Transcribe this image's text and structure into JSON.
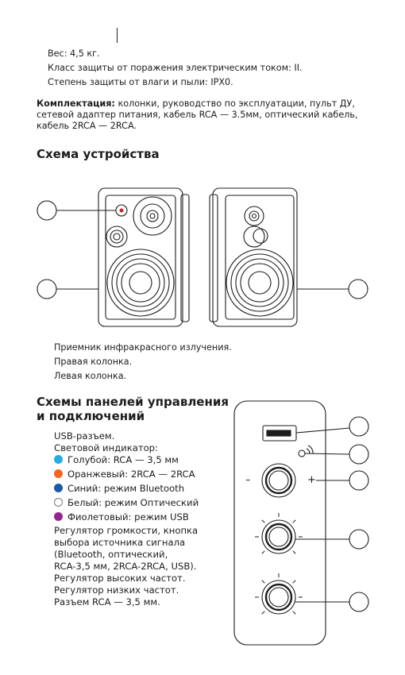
{
  "specs": {
    "weight": "Вес: 4,5 кг.",
    "electric_class": "Класс защиты от поражения электрическим током: II.",
    "ip_rating": "Степень защиты от влаги и пыли: IPX0."
  },
  "kit": {
    "label": "Комплектация:",
    "text": " колонки, руководство по эксплуатации, пульт ДУ, сетевой адаптер питания, кабель RCA — 3.5мм, оптический кабель, кабель 2RCA — 2RCA."
  },
  "device_scheme": {
    "title": "Схема устройства",
    "items": [
      "Приемник инфракрасного излучения.",
      "Правая колонка.",
      "Левая колонка."
    ]
  },
  "panel_scheme": {
    "title_line1": "Схемы панелей управления",
    "title_line2": "и подключений",
    "usb": "USB-разъем.",
    "indicator": "Световой индикатор:",
    "colors": [
      {
        "text": "Голубой: RCA — 3,5 мм",
        "color": "#29abe2"
      },
      {
        "text": "Оранжевый: 2RCA — 2RCA",
        "color": "#f26522"
      },
      {
        "text": "Синий: режим Bluetooth",
        "color": "#1c5aa8"
      },
      {
        "text": "Белый: режим Оптический",
        "color": "#ffffff"
      },
      {
        "text": "Фиолетовый: режим USB",
        "color": "#93278f"
      }
    ],
    "volume_lines": [
      "Регулятор громкости, кнопка",
      "выбора источника сигнала",
      "(Bluetooth, оптический,",
      "RCA-3,5 мм, 2RCA-2RCA, USB)."
    ],
    "treble": "Регулятор высоких частот.",
    "bass": "Регулятор низких частот.",
    "rca": "Разъем RCA — 3,5 мм.",
    "minus": "–",
    "plus": "+"
  }
}
